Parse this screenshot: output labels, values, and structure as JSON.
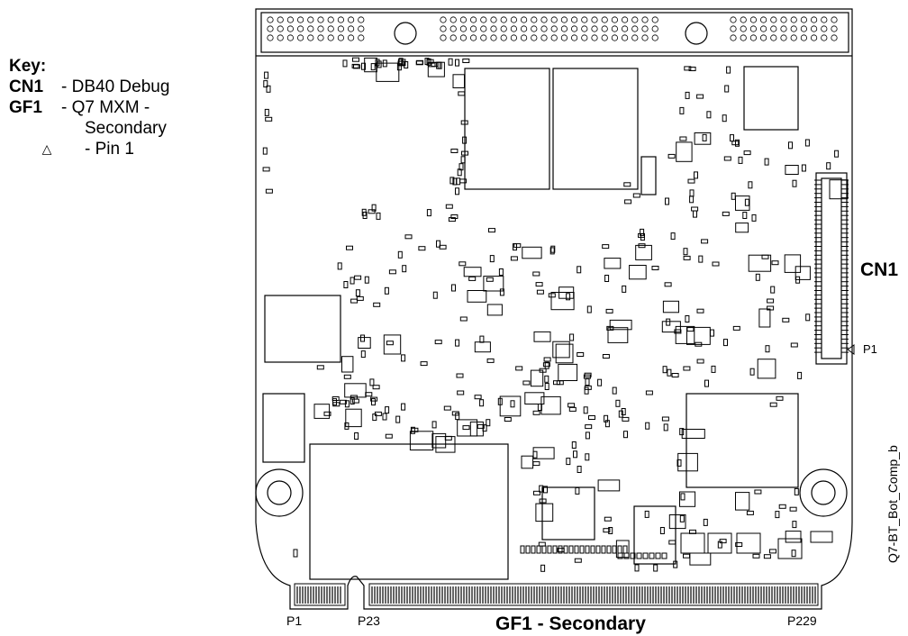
{
  "key": {
    "title": "Key:",
    "items": [
      {
        "ref": "CN1",
        "desc": "- DB40 Debug"
      },
      {
        "ref": "GF1",
        "desc": "- Q7 MXM -"
      }
    ],
    "continuation": "Secondary",
    "pin1_symbol": "△",
    "pin1_desc": "- Pin 1"
  },
  "labels": {
    "cn1": "CN1",
    "cn1_p1": "P1",
    "edge_p1": "P1",
    "edge_p23": "P23",
    "edge_p229": "P229",
    "gf1": "GF1 - Secondary",
    "board_id": "Q7-BT_Bot_Comp_b"
  }
}
